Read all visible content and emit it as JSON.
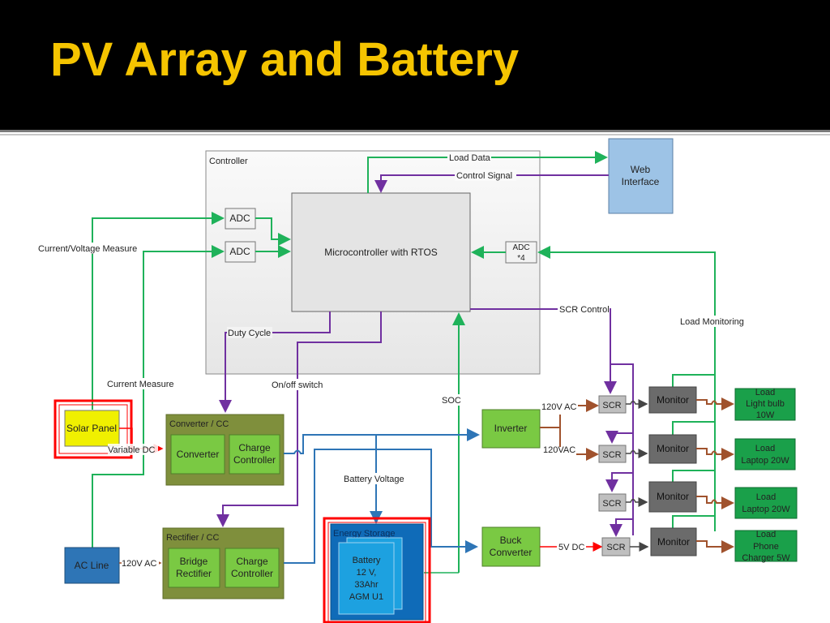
{
  "slide": {
    "title": "PV Array and Battery"
  },
  "colors": {
    "title": "#f5c400",
    "signal_green": "#1fb25a",
    "control_purple": "#7030a0",
    "power_blue": "#2e75b6",
    "ac_brown": "#a0522d",
    "dc_red": "#ff0000",
    "highlight_red": "#ff0000"
  },
  "controller": {
    "label": "Controller",
    "adc1": "ADC",
    "adc2": "ADC",
    "adc4_line1": "ADC",
    "adc4_line2": "*4",
    "mcu": "Microcontroller with RTOS"
  },
  "web_interface": {
    "line1": "Web",
    "line2": "Interface"
  },
  "signals": {
    "load_data": "Load Data",
    "control_signal": "Control Signal",
    "scr_control": "SCR Control",
    "load_monitoring": "Load Monitoring",
    "current_voltage_measure": "Current/Voltage Measure",
    "current_measure": "Current Measure",
    "duty_cycle": "Duty Cycle",
    "on_off_switch": "On/off switch",
    "soc": "SOC",
    "battery_voltage": "Battery Voltage",
    "variable_dc": "Variable DC",
    "ac_in": "120V AC",
    "ac_out1": "120V AC",
    "ac_out2": "120VAC",
    "dc_out": "5V DC"
  },
  "sources": {
    "solar_panel": "Solar Panel",
    "ac_line": "AC Line"
  },
  "converter_cc": {
    "label": "Converter / CC",
    "converter": "Converter",
    "charge_line1": "Charge",
    "charge_line2": "Controller"
  },
  "rectifier_cc": {
    "label": "Rectifier / CC",
    "bridge_line1": "Bridge",
    "bridge_line2": "Rectifier",
    "charge_line1": "Charge",
    "charge_line2": "Controller"
  },
  "energy_storage": {
    "label": "Energy Storage",
    "battery_lines": [
      "Battery",
      "12 V,",
      "33Ahr",
      "AGM U1"
    ]
  },
  "inverter": "Inverter",
  "buck": {
    "line1": "Buck",
    "line2": "Converter"
  },
  "scr_label": "SCR",
  "monitor_label": "Monitor",
  "loads": [
    {
      "lines": [
        "Load",
        "Light bulb",
        "10W"
      ]
    },
    {
      "lines": [
        "Load",
        "Laptop 20W"
      ]
    },
    {
      "lines": [
        "Load",
        "Laptop 20W"
      ]
    },
    {
      "lines": [
        "Load",
        "Phone",
        "Charger 5W"
      ]
    }
  ]
}
